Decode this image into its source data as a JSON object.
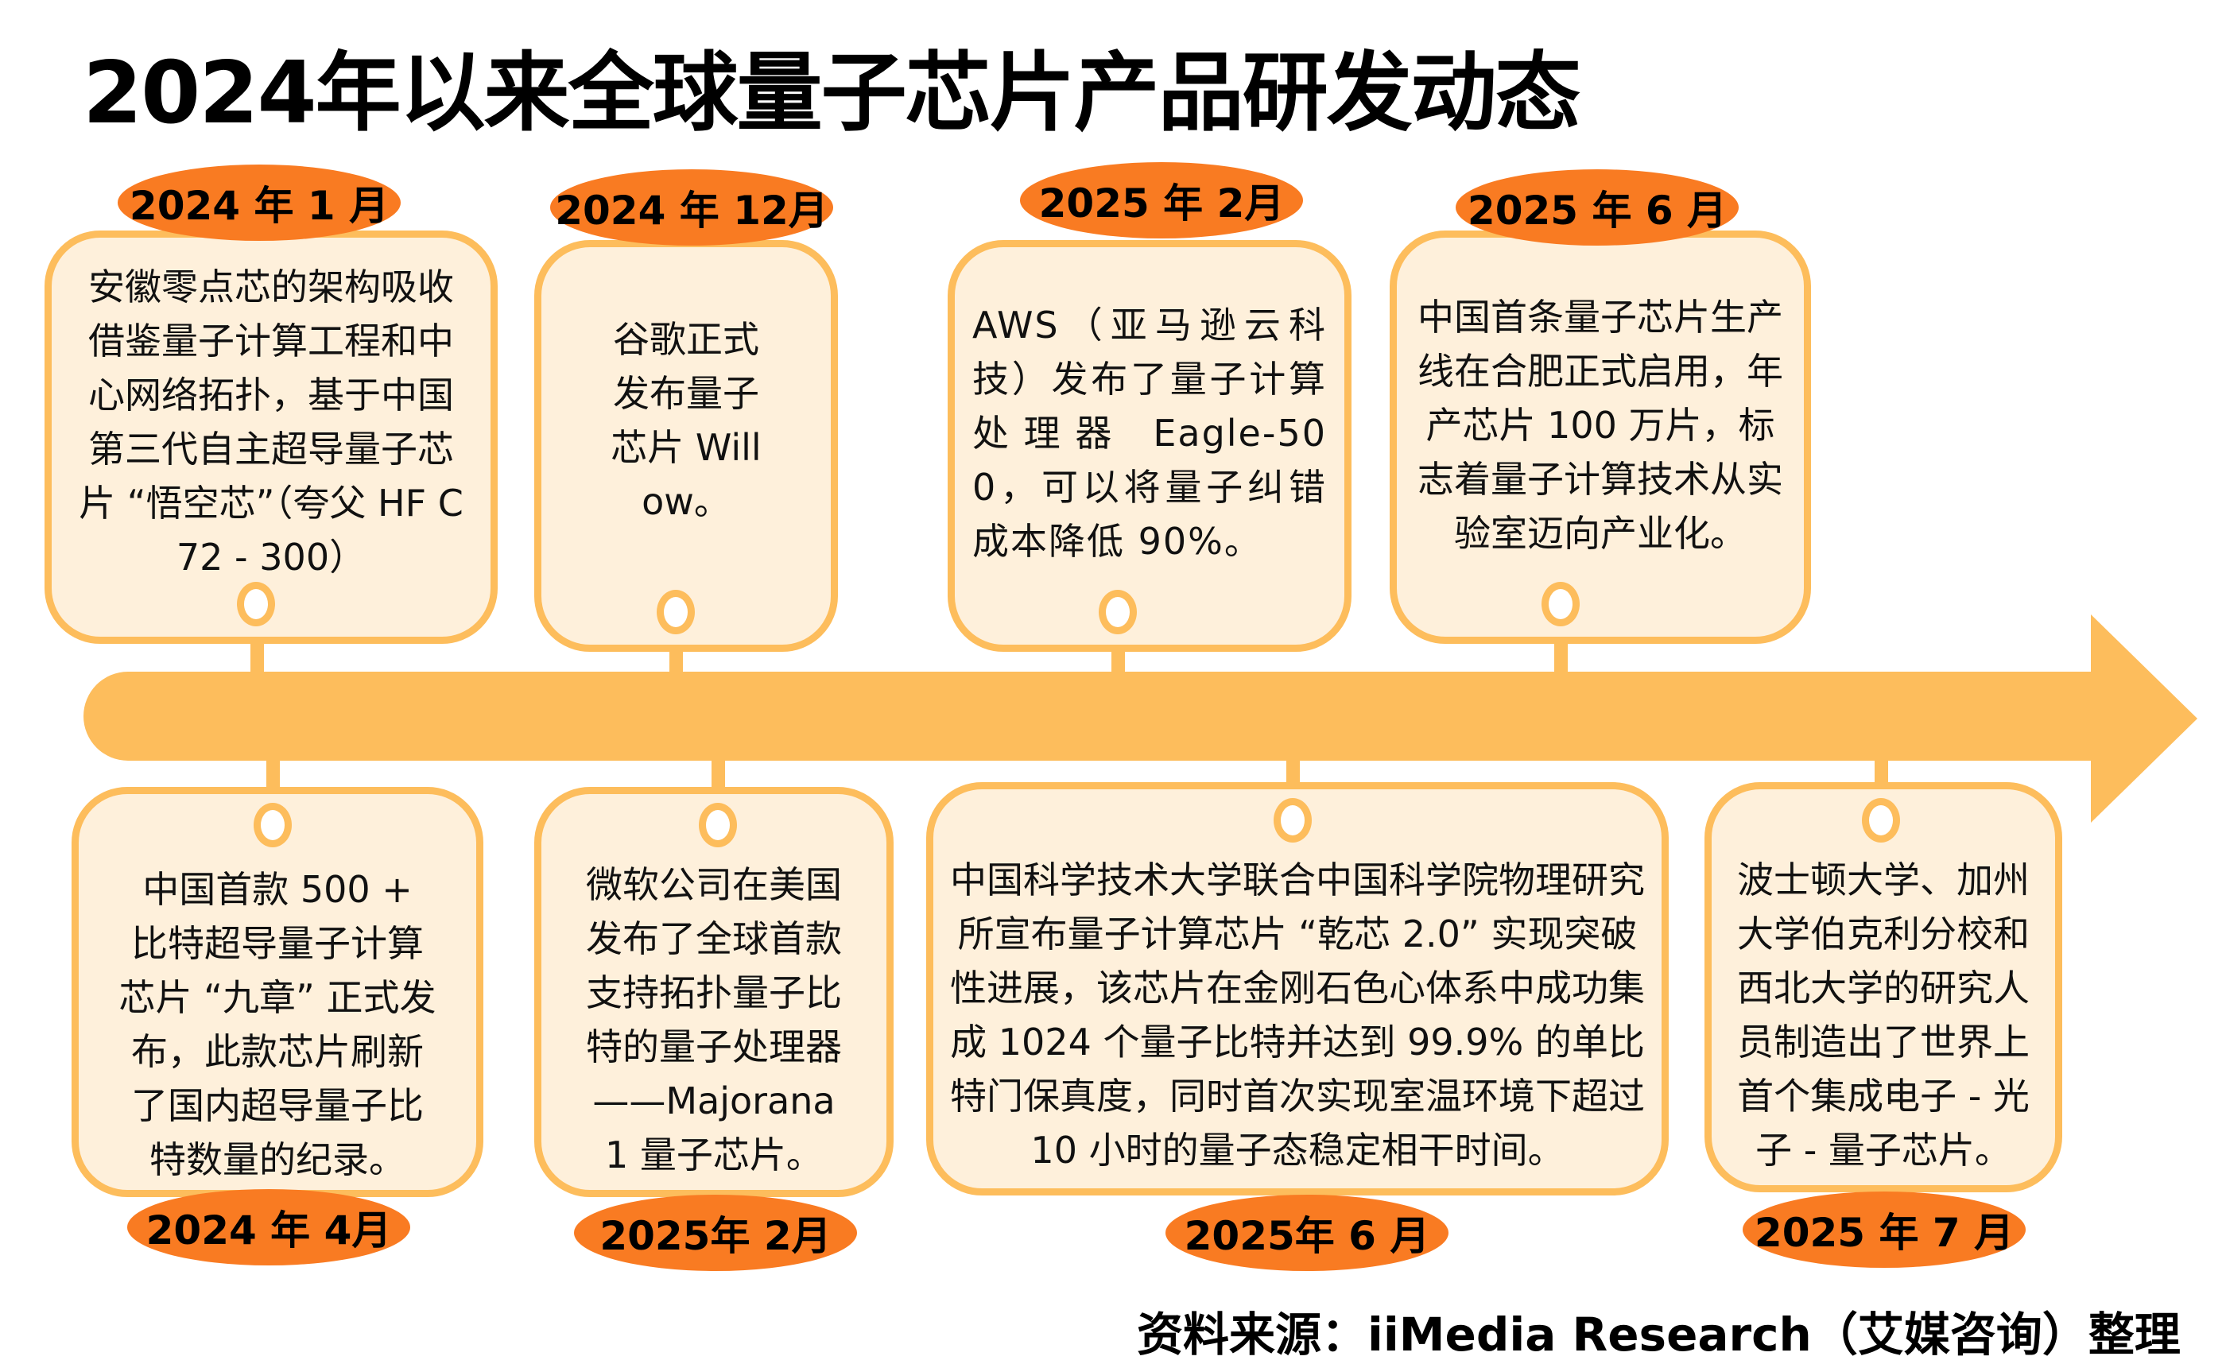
{
  "title": "2024年以来全球量子芯片产品研发动态",
  "colors": {
    "timeline": "#FDBD5C",
    "card_fill": "#FEF0DB",
    "card_border": "#FDBD5C",
    "badge": "#F97B22",
    "text": "#111111"
  },
  "events_top": [
    {
      "date": "2024 年 1 月",
      "text": "安徽零点芯的架构吸收借鉴量子计算工程和中心网络拓扑，基于中国第三代自主超导量子芯片 “悟空芯”（夸父 HF C72 - 300）"
    },
    {
      "date": "2024 年 12月",
      "text": "谷歌正式发布量子芯片 Willow。"
    },
    {
      "date": "2025 年 2月",
      "text": "AWS（亚马逊云科技）发布了量子计算处理器 Eagle-500，可以将量子纠错成本降低 90%。"
    },
    {
      "date": "2025 年 6 月",
      "text": "中国首条量子芯片生产线在合肥正式启用，年产芯片 100 万片，标志着量子计算技术从实验室迈向产业化。"
    }
  ],
  "events_bottom": [
    {
      "date": "2024 年 4月",
      "text": "中国首款 500 + 比特超导量子计算芯片 “九章” 正式发布，此款芯片刷新了国内超导量子比特数量的纪录。"
    },
    {
      "date": "2025年 2月",
      "text": "微软公司在美国发布了全球首款支持拓扑量子比特的量子处理器——Majorana 1 量子芯片。"
    },
    {
      "date": "2025年 6 月",
      "text": "中国科学技术大学联合中国科学院物理研究所宣布量子计算芯片 “乾芯 2.0” 实现突破性进展，该芯片在金刚石色心体系中成功集成 1024 个量子比特并达到 99.9% 的单比特门保真度，同时首次实现室温环境下超过 10 小时的量子态稳定相干时间。"
    },
    {
      "date": "2025 年 7 月",
      "text": "波士顿大学、加州大学伯克利分校和西北大学的研究人员制造出了世界上首个集成电子 - 光子 - 量子芯片。"
    }
  ],
  "source": "资料来源：iiMedia Research（艾媒咨询）整理"
}
